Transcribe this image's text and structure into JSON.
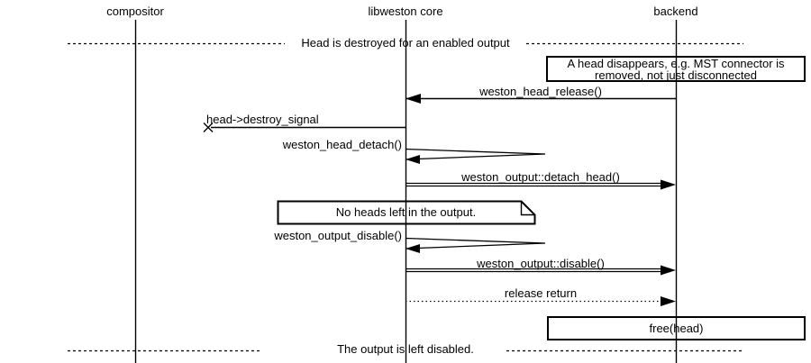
{
  "diagram": {
    "type": "sequence-diagram",
    "colors": {
      "line": "#000000",
      "background": "#ffffff",
      "text": "#000000"
    },
    "actors": [
      {
        "id": "compositor",
        "label": "compositor"
      },
      {
        "id": "libweston-core",
        "label": "libweston core"
      },
      {
        "id": "backend",
        "label": "backend"
      }
    ],
    "dividers": [
      {
        "label": "Head is destroyed for an enabled output"
      },
      {
        "label": "The output is left disabled."
      }
    ],
    "notes": [
      {
        "kind": "box",
        "over": "backend",
        "lines": [
          "A head disappears, e.g. MST connector is",
          "removed, not just disconnected"
        ]
      },
      {
        "kind": "note",
        "over": "libweston core",
        "label": "No heads left in the output."
      },
      {
        "kind": "box",
        "over": "backend",
        "label": "free(head)"
      }
    ],
    "messages": [
      {
        "label": "weston_head_release()",
        "from": "backend",
        "to": "libweston core",
        "line": "solid",
        "end": "filled-arrow"
      },
      {
        "label": "head->destroy_signal",
        "from": "libweston core",
        "to": "compositor side",
        "line": "solid",
        "end": "cross"
      },
      {
        "label": "weston_head_detach()",
        "from": "libweston core",
        "to": "libweston core",
        "line": "solid",
        "end": "filled-arrow",
        "self": true
      },
      {
        "label": "weston_output::detach_head()",
        "from": "libweston core",
        "to": "backend",
        "line": "double",
        "end": "filled-arrow"
      },
      {
        "label": "weston_output_disable()",
        "from": "libweston core",
        "to": "libweston core",
        "line": "solid",
        "end": "filled-arrow",
        "self": true
      },
      {
        "label": "weston_output::disable()",
        "from": "libweston core",
        "to": "backend",
        "line": "double",
        "end": "filled-arrow"
      },
      {
        "label": "release return",
        "from": "libweston core",
        "to": "backend",
        "line": "dotted",
        "end": "filled-arrow"
      }
    ]
  }
}
